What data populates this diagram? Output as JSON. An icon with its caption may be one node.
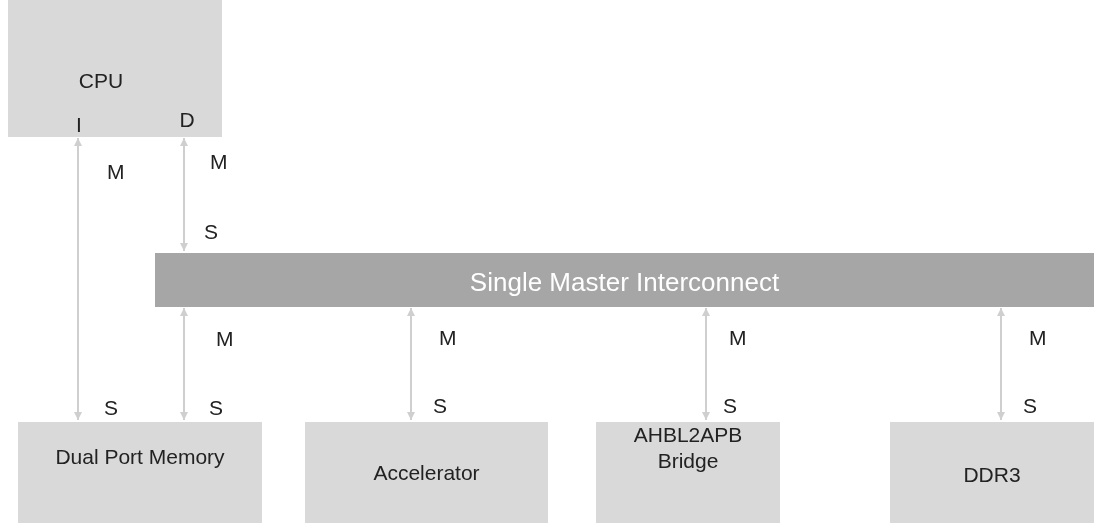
{
  "diagram": {
    "nodes": [
      {
        "text": [
          "CPU",
          "I",
          "D"
        ]
      },
      {
        "text": [
          "Single Master Interconnect"
        ]
      },
      {
        "text": [
          "Dual Port Memory"
        ]
      },
      {
        "text": [
          "Accelerator"
        ]
      },
      {
        "text": [
          "AHBL2APB Bridge"
        ]
      },
      {
        "text": [
          "DDR3"
        ]
      }
    ],
    "edges": [
      {
        "from": 0,
        "to": 2,
        "arrow": "both"
      },
      {
        "from": 0,
        "to": 1,
        "arrow": "both"
      },
      {
        "from": 1,
        "to": 2,
        "arrow": "both"
      },
      {
        "from": 1,
        "to": 3,
        "arrow": "both"
      },
      {
        "from": 1,
        "to": 4,
        "arrow": "both"
      },
      {
        "from": 1,
        "to": 5,
        "arrow": "both"
      }
    ],
    "labels": [
      "M",
      "M",
      "S",
      "M",
      "M",
      "M",
      "M",
      "S",
      "S",
      "S",
      "S",
      "S"
    ]
  }
}
